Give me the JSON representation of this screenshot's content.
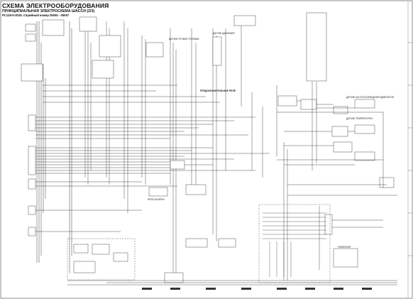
{
  "header": {
    "title": "СХЕМА ЭЛЕКТРООБОРУДОВАНИЯ",
    "subtitle": "ПРИНЦИПИАЛЬНАЯ ЭЛЕКТРОСХЕМА ШАССИ (2/3)",
    "model": "PC128-KVD26. Серийный номер 05050 - 05057"
  },
  "labels": {
    "preheat_relay": "ПРЕДОХРАНИТЕЛЬНОЕ РЕЛЕ",
    "fuel_sensor": "ДАТЧИК УРОВНЯ ТОПЛИВА",
    "pressure_sensor": "ДАТЧИК ДАВЛЕНИЯ",
    "engine_speed": "ДАТЧИК ЧАСТОТЫ ВРАЩЕНИЯ ДВИГАТЕЛЯ",
    "water_temp": "ДАТЧИК ТЕМПЕРАТУРЫ",
    "generator": "ГЕНЕРАТОР",
    "battery_relay": "РЕЛЕ БАТАРЕИ"
  }
}
